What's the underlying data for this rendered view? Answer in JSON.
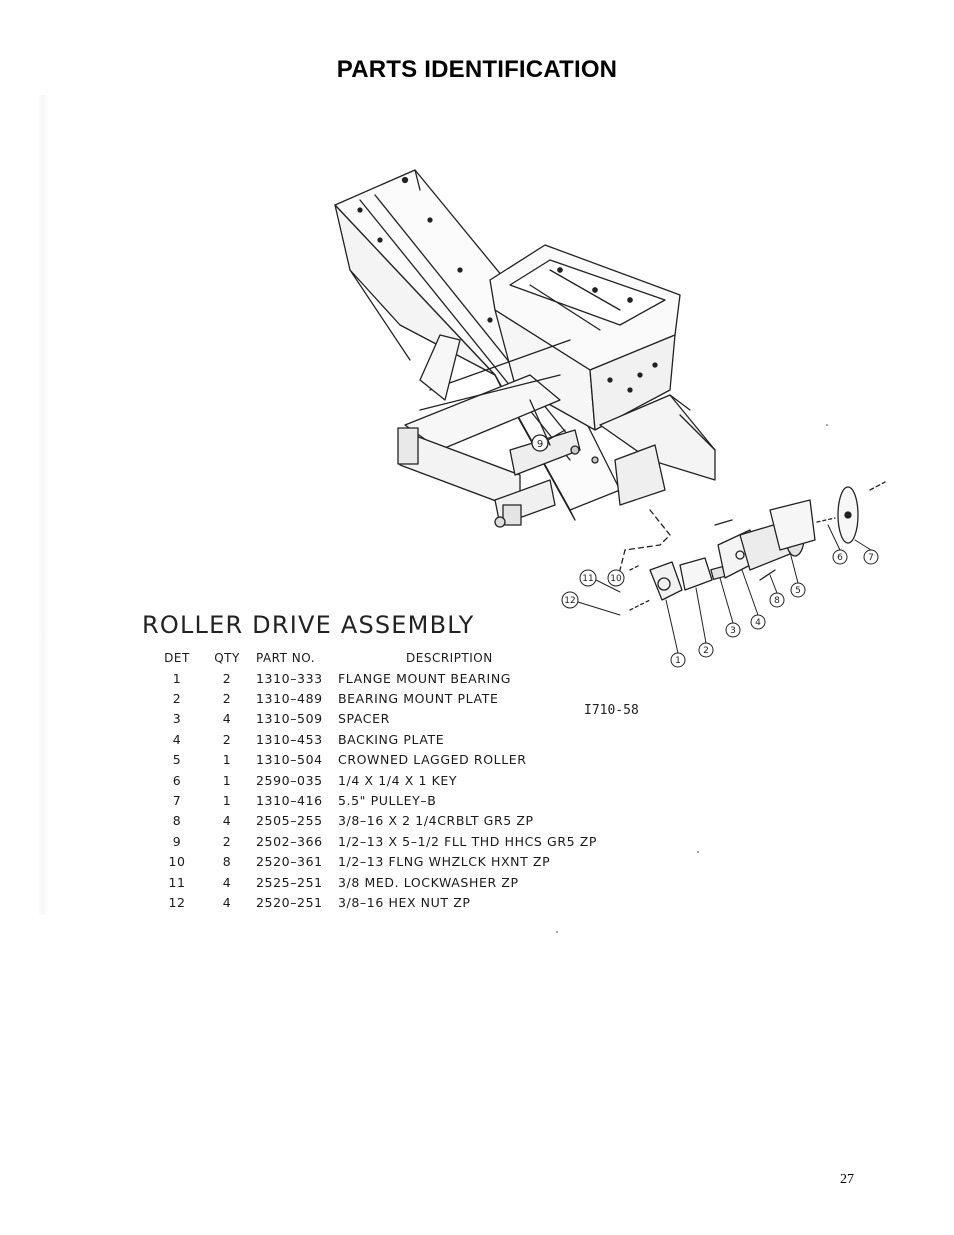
{
  "page": {
    "title": "PARTS IDENTIFICATION",
    "page_number": "27"
  },
  "assembly": {
    "title": "ROLLER DRIVE ASSEMBLY",
    "drawing_number": "I710-58",
    "callout_numbers": [
      "1",
      "2",
      "3",
      "4",
      "5",
      "6",
      "7",
      "8",
      "9",
      "10",
      "11",
      "12"
    ]
  },
  "parts_table": {
    "headers": {
      "det": "DET",
      "qty": "QTY",
      "part": "PART NO.",
      "desc": "DESCRIPTION"
    },
    "rows": [
      {
        "det": "1",
        "qty": "2",
        "part": "1310–333",
        "desc": "FLANGE MOUNT BEARING"
      },
      {
        "det": "2",
        "qty": "2",
        "part": "1310–489",
        "desc": "BEARING MOUNT PLATE"
      },
      {
        "det": "3",
        "qty": "4",
        "part": "1310–509",
        "desc": "SPACER"
      },
      {
        "det": "4",
        "qty": "2",
        "part": "1310–453",
        "desc": "BACKING PLATE"
      },
      {
        "det": "5",
        "qty": "1",
        "part": "1310–504",
        "desc": "CROWNED LAGGED ROLLER"
      },
      {
        "det": "6",
        "qty": "1",
        "part": "2590–035",
        "desc": "1/4 X 1/4 X 1 KEY"
      },
      {
        "det": "7",
        "qty": "1",
        "part": "1310–416",
        "desc": "5.5\" PULLEY–B"
      },
      {
        "det": "8",
        "qty": "4",
        "part": "2505–255",
        "desc": "3/8–16 X 2 1/4CRBLT GR5 ZP"
      },
      {
        "det": "9",
        "qty": "2",
        "part": "2502–366",
        "desc": "1/2–13 X 5–1/2 FLL THD HHCS GR5 ZP"
      },
      {
        "det": "10",
        "qty": "8",
        "part": "2520–361",
        "desc": "1/2–13 FLNG WHZLCK HXNT ZP"
      },
      {
        "det": "11",
        "qty": "4",
        "part": "2525–251",
        "desc": "3/8 MED. LOCKWASHER ZP"
      },
      {
        "det": "12",
        "qty": "4",
        "part": "2520–251",
        "desc": "3/8–16 HEX NUT ZP"
      }
    ]
  }
}
